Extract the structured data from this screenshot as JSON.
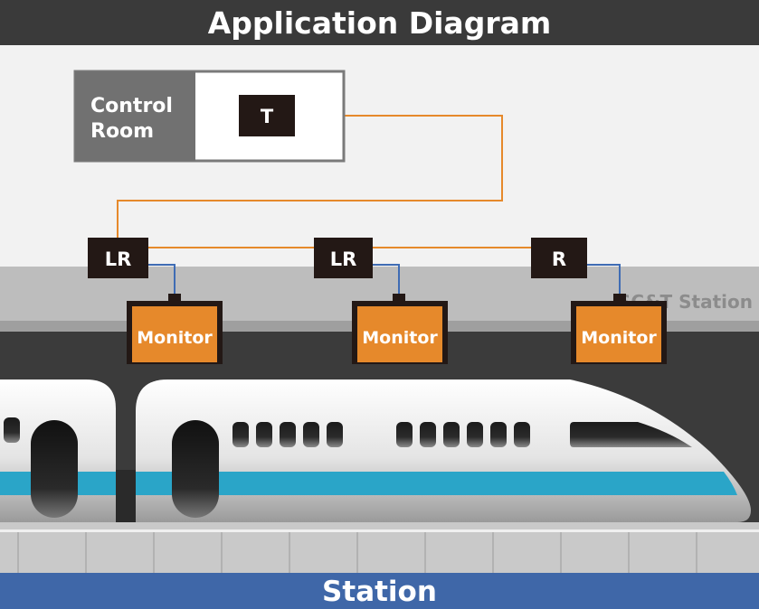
{
  "header": {
    "title": "Application Diagram"
  },
  "control_room": {
    "label_line1": "Control",
    "label_line2": "Room",
    "terminal_label": "T"
  },
  "nodes": [
    {
      "label": "LR"
    },
    {
      "label": "LR"
    },
    {
      "label": "R"
    }
  ],
  "monitors": [
    {
      "label": "Monitor"
    },
    {
      "label": "Monitor"
    },
    {
      "label": "Monitor"
    }
  ],
  "station_sign": {
    "label": "SC&T Station"
  },
  "footer": {
    "label": "Station"
  },
  "colors": {
    "header_bg": "#3a3a3a",
    "sky_bg": "#f2f2f2",
    "control_room_label_bg": "#717171",
    "node_bg": "#231815",
    "monitor": "#e6892b",
    "link_orange": "#e6892b",
    "link_blue": "#3f6cb4",
    "platform_band": "#bdbdbd",
    "station_wall": "#3b3b3b",
    "train_stripe": "#2aa5c8",
    "footer_bg": "#3f67a8"
  },
  "icons": [
    "train-graphic",
    "monitor-connector-icon"
  ]
}
